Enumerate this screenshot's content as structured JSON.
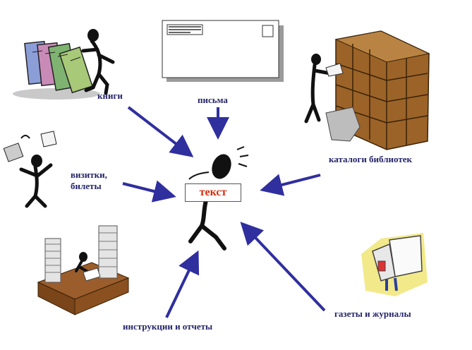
{
  "center": {
    "label": "текст"
  },
  "sources": {
    "books": "книги",
    "letters": "письма",
    "catalogs": "каталоги библиотек",
    "cards_line1": "визитки,",
    "cards_line2": "билеты",
    "instructions": "инструкции и отчеты",
    "newspapers": "газеты и журналы"
  },
  "colors": {
    "arrow": "#2f2f9e",
    "label": "#24246b",
    "center_text": "#d22f0f"
  }
}
